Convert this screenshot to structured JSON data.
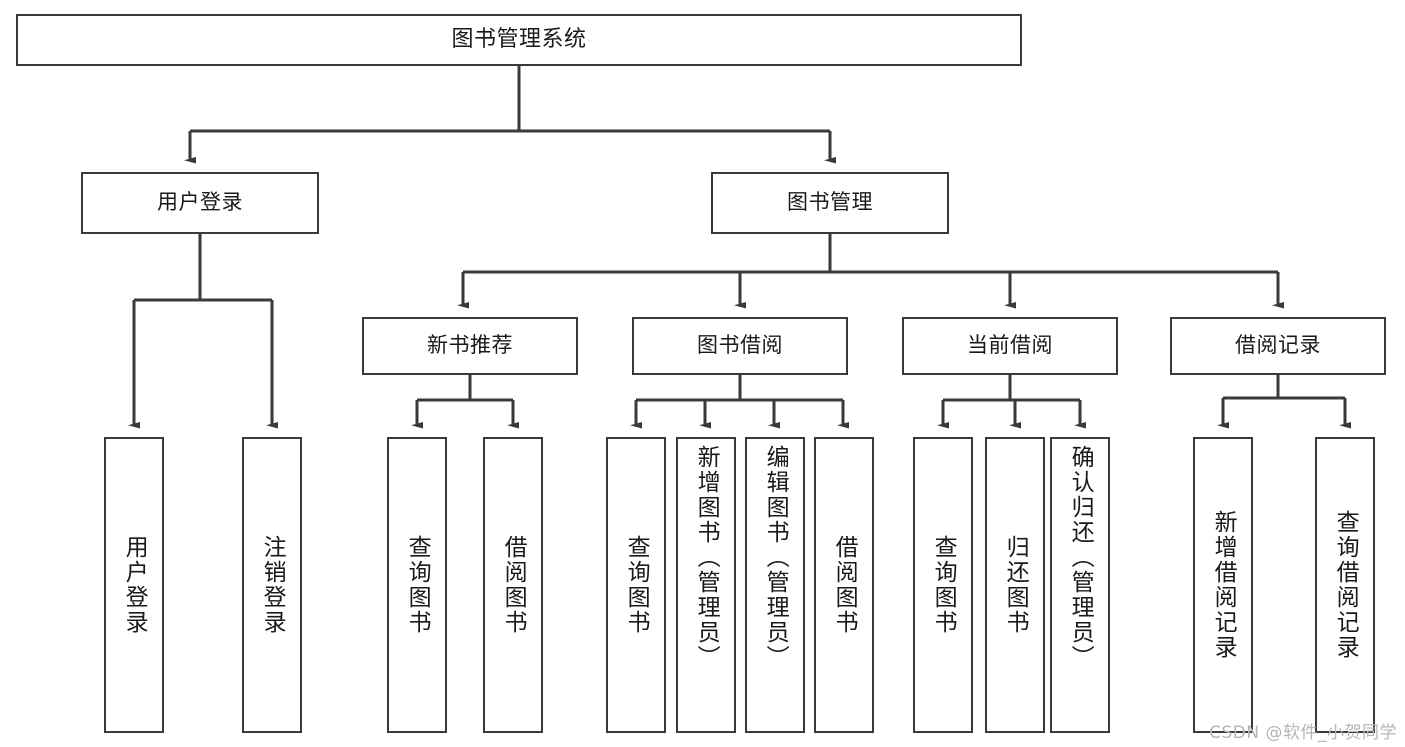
{
  "diagram": {
    "title": "图书管理系统",
    "type": "功能结构图",
    "arrow_color": "#3a3a3a",
    "box_border_color": "#3a3a3a",
    "box_fill_color": "#ffffff",
    "background_color": "#ffffff"
  },
  "root": {
    "label": "图书管理系统"
  },
  "level1": [
    {
      "label": "用户登录"
    },
    {
      "label": "图书管理"
    }
  ],
  "level2": [
    {
      "label": "新书推荐"
    },
    {
      "label": "图书借阅"
    },
    {
      "label": "当前借阅"
    },
    {
      "label": "借阅记录"
    }
  ],
  "leaves": {
    "user_login": [
      {
        "label": "用户登录"
      },
      {
        "label": "注销登录"
      }
    ],
    "new_book_recommend": [
      {
        "label": "查询图书"
      },
      {
        "label": "借阅图书"
      }
    ],
    "book_borrow": [
      {
        "label": "查询图书"
      },
      {
        "label": "新增图书（管理员）"
      },
      {
        "label": "编辑图书（管理员）"
      },
      {
        "label": "借阅图书"
      }
    ],
    "current_borrow": [
      {
        "label": "查询图书"
      },
      {
        "label": "归还图书"
      },
      {
        "label": "确认归还（管理员）"
      }
    ],
    "borrow_record": [
      {
        "label": "新增借阅记录"
      },
      {
        "label": "查询借阅记录"
      }
    ]
  },
  "watermark": {
    "text": "CSDN @软件_小贺同学"
  }
}
